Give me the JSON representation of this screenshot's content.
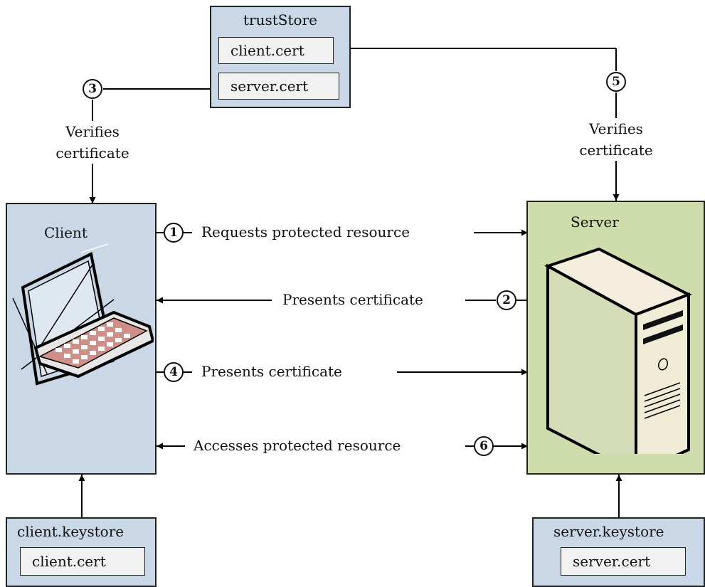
{
  "truststore": {
    "title": "trustStore",
    "certs": [
      "client.cert",
      "server.cert"
    ]
  },
  "client": {
    "title": "Client"
  },
  "server": {
    "title": "Server"
  },
  "client_keystore": {
    "title": "client.keystore",
    "cert": "client.cert"
  },
  "server_keystore": {
    "title": "server.keystore",
    "cert": "server.cert"
  },
  "steps": [
    {
      "num": "1",
      "label": "Requests protected resource"
    },
    {
      "num": "2",
      "label": "Presents certificate"
    },
    {
      "num": "3",
      "label": "Verifies certificate"
    },
    {
      "num": "4",
      "label": "Presents certificate"
    },
    {
      "num": "5",
      "label": "Verifies certificate"
    },
    {
      "num": "6",
      "label": "Accesses protected resource"
    }
  ]
}
